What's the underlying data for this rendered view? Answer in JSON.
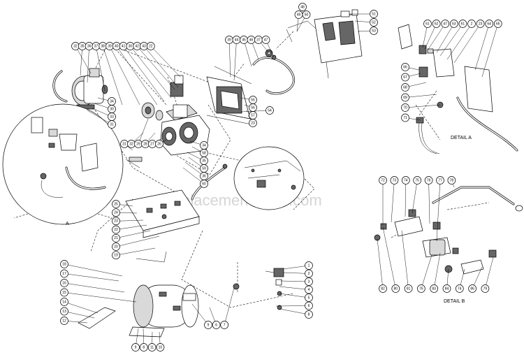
{
  "watermark": "ReplacementParts.com",
  "labels": {
    "detail_a": "DETAIL A",
    "detail_b": "DETAIL B",
    "ref_a": "A"
  },
  "callouts": {
    "top_left": [
      "32",
      "35",
      "36",
      "37",
      "38",
      "39",
      "40",
      "41",
      "30",
      "42",
      "43",
      "22"
    ],
    "motor_right": [
      "34",
      "30",
      "33",
      "31"
    ],
    "pump_lower": [
      "31",
      "32",
      "29",
      "28",
      "27",
      "26"
    ],
    "pump_right": [
      "34",
      "58",
      "35",
      "59",
      "36",
      "60"
    ],
    "cover_group": [
      "39",
      "44",
      "45",
      "46",
      "37",
      "47"
    ],
    "cover_right": [
      "55",
      "56",
      "57",
      "23"
    ],
    "hose_54": [
      "54"
    ],
    "top_box_pair": [
      "48",
      "49",
      "50"
    ],
    "top_box_right": [
      "51",
      "52",
      "53"
    ],
    "detail_a_top": [
      "61",
      "62",
      "47",
      "63",
      "61",
      "2",
      "23",
      "64",
      "65"
    ],
    "detail_a_left": [
      "66",
      "67",
      "68",
      "69",
      "70",
      "71"
    ],
    "base_left": [
      "25",
      "24",
      "23",
      "22",
      "21",
      "20",
      "19"
    ],
    "tank_left": [
      "18",
      "17",
      "16",
      "15",
      "14",
      "13",
      "12"
    ],
    "tank_bottom": [
      "9",
      "8",
      "11",
      "10"
    ],
    "tank_right_bottom": [
      "9",
      "6",
      "7"
    ],
    "valve_right": [
      "1",
      "2",
      "3",
      "4",
      "5",
      "6"
    ],
    "valve_bottom": [
      "8"
    ],
    "detail_b_top": [
      "72",
      "73",
      "74",
      "75",
      "76",
      "77",
      "78"
    ],
    "detail_b_bottom": [
      "82",
      "80",
      "81",
      "76",
      "83",
      "84",
      "74",
      "86",
      "79"
    ]
  }
}
